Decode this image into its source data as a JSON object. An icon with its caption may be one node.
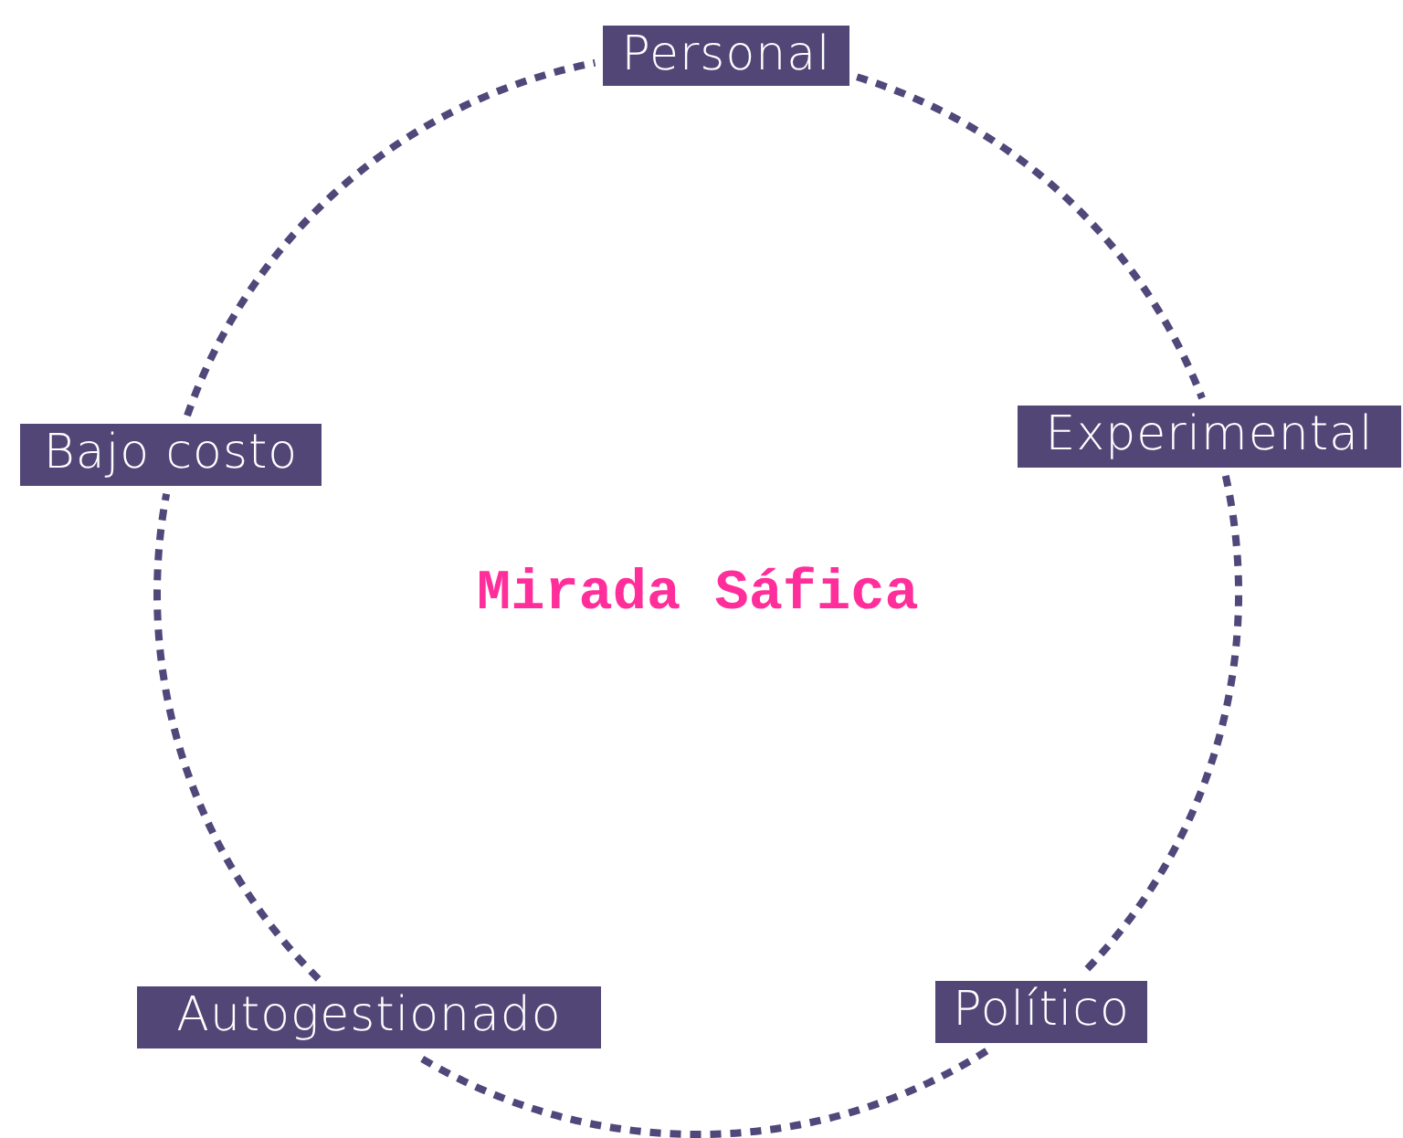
{
  "diagram": {
    "nodes": [
      {
        "text": [
          "Personal"
        ]
      },
      {
        "text": [
          "Experimental"
        ]
      },
      {
        "text": [
          "Político"
        ]
      },
      {
        "text": [
          "Autogestionado"
        ]
      },
      {
        "text": [
          "Bajo costo"
        ]
      }
    ],
    "edges": [
      {
        "from": 0,
        "to": 1,
        "arrow": "none",
        "style": "dashed"
      },
      {
        "from": 1,
        "to": 2,
        "arrow": "none",
        "style": "dashed"
      },
      {
        "from": 2,
        "to": 3,
        "arrow": "none",
        "style": "dashed"
      },
      {
        "from": 3,
        "to": 4,
        "arrow": "none",
        "style": "dashed"
      },
      {
        "from": 4,
        "to": 0,
        "arrow": "none",
        "style": "dashed"
      }
    ],
    "labels": [
      "Mirada Sáfica"
    ]
  }
}
